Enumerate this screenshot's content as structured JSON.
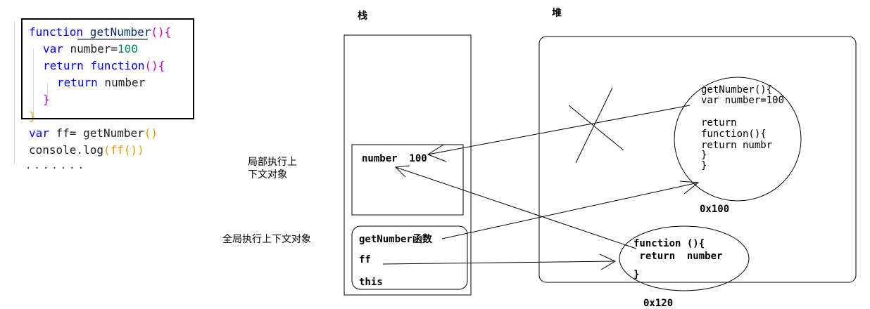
{
  "code": {
    "line1_kw": "function",
    "line1_rest": " getNumber",
    "line1_paren": "(){",
    "line2_kw": "var",
    "line2_rest": " number=",
    "line2_num": "100",
    "line3_kw": "return",
    "line3_kw2": " function",
    "line3_paren": "(){",
    "line4_kw": "return",
    "line4_rest": " number",
    "line5": "}",
    "line6": "}",
    "line7_kw": "var",
    "line7_rest": " ff= getNumber",
    "line7_paren": "()",
    "line8_rest": "console.log",
    "line8_paren": "(ff())",
    "cutoff": "......."
  },
  "stack": {
    "title": "栈",
    "local_ctx_label_1": "局部执行上",
    "local_ctx_label_2": "下文对象",
    "local_var": "number  100",
    "global_ctx_label": "全局执行上下文对象",
    "global_item_1": "getNumber函数",
    "global_item_2": "ff",
    "global_item_3": "this"
  },
  "heap": {
    "title": "堆",
    "obj1_lines": [
      "getNumber(){",
      "var number=100",
      "",
      "return",
      "function(){",
      "return numbr",
      "}",
      "}"
    ],
    "obj1_addr": "0x100",
    "obj2_lines": [
      "function (){",
      " return  number",
      "",
      "}"
    ],
    "obj2_addr": "0x120"
  }
}
